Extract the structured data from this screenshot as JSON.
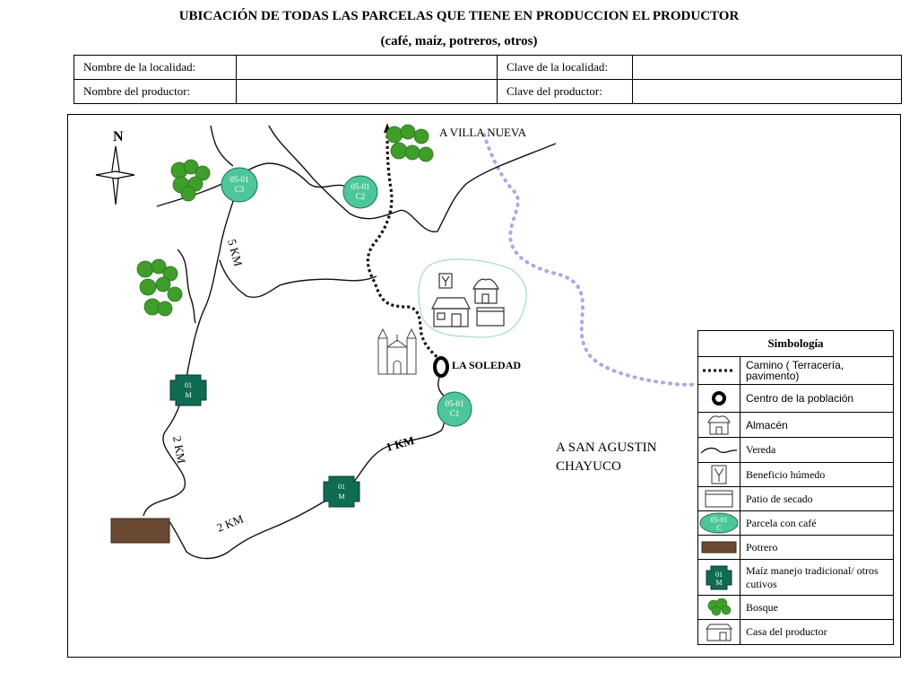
{
  "header": {
    "title": "UBICACIÓN DE TODAS LAS PARCELAS QUE TIENE EN PRODUCCION EL PRODUCTOR",
    "subtitle": "(café, maíz, potreros, otros)",
    "fields": [
      {
        "label": "Nombre de la localidad:",
        "value": ""
      },
      {
        "label": "Clave de la localidad:",
        "value": ""
      },
      {
        "label": "Nombre del productor:",
        "value": ""
      },
      {
        "label": "Clave del productor:",
        "value": ""
      }
    ]
  },
  "map": {
    "north_label": "N",
    "destinations": {
      "villa_nueva": "A VILLA NUEVA",
      "san_agustin_line1": "A  SAN AGUSTIN",
      "san_agustin_line2": "CHAYUCO"
    },
    "town_label": "LA SOLEDAD",
    "parcels_coffee": [
      {
        "line1": "05-01",
        "line2": "C3"
      },
      {
        "line1": "05-01",
        "line2": "C2"
      },
      {
        "line1": "05-01",
        "line2": "C1"
      }
    ],
    "parcels_maize": [
      {
        "line1": "01",
        "line2": "M"
      },
      {
        "line1": "01",
        "line2": "M"
      }
    ],
    "distances": [
      "5 KM",
      "2 KM",
      "1 KM",
      "2 KM"
    ],
    "colors": {
      "coffee_parcel": "#4dc79a",
      "maize_parcel": "#0f6b52",
      "forest": "#3f9e2a",
      "pasture": "#6b4a34",
      "river": "#a9a9e6",
      "town_area": "#a8dcc8"
    }
  },
  "legend": {
    "title": "Simbología",
    "items": [
      {
        "icon": "dotted-road-icon",
        "label": "Camino ( Terracería, pavimento)"
      },
      {
        "icon": "town-center-icon",
        "label": "Centro de la población"
      },
      {
        "icon": "store-icon",
        "label": "Almacén"
      },
      {
        "icon": "path-icon",
        "label": "Vereda"
      },
      {
        "icon": "wet-mill-icon",
        "label": "Beneficio húmedo"
      },
      {
        "icon": "drying-patio-icon",
        "label": "Patio de secado"
      },
      {
        "icon": "coffee-parcel-icon",
        "label": "Parcela con café",
        "symbol_line1": "05-01",
        "symbol_line2": "C"
      },
      {
        "icon": "pasture-icon",
        "label": "Potrero"
      },
      {
        "icon": "maize-parcel-icon",
        "label": "Maíz manejo tradicional/ otros cutivos",
        "symbol_line1": "01",
        "symbol_line2": "M"
      },
      {
        "icon": "forest-icon",
        "label": "Bosque"
      },
      {
        "icon": "house-icon",
        "label": "Casa del productor"
      }
    ]
  }
}
